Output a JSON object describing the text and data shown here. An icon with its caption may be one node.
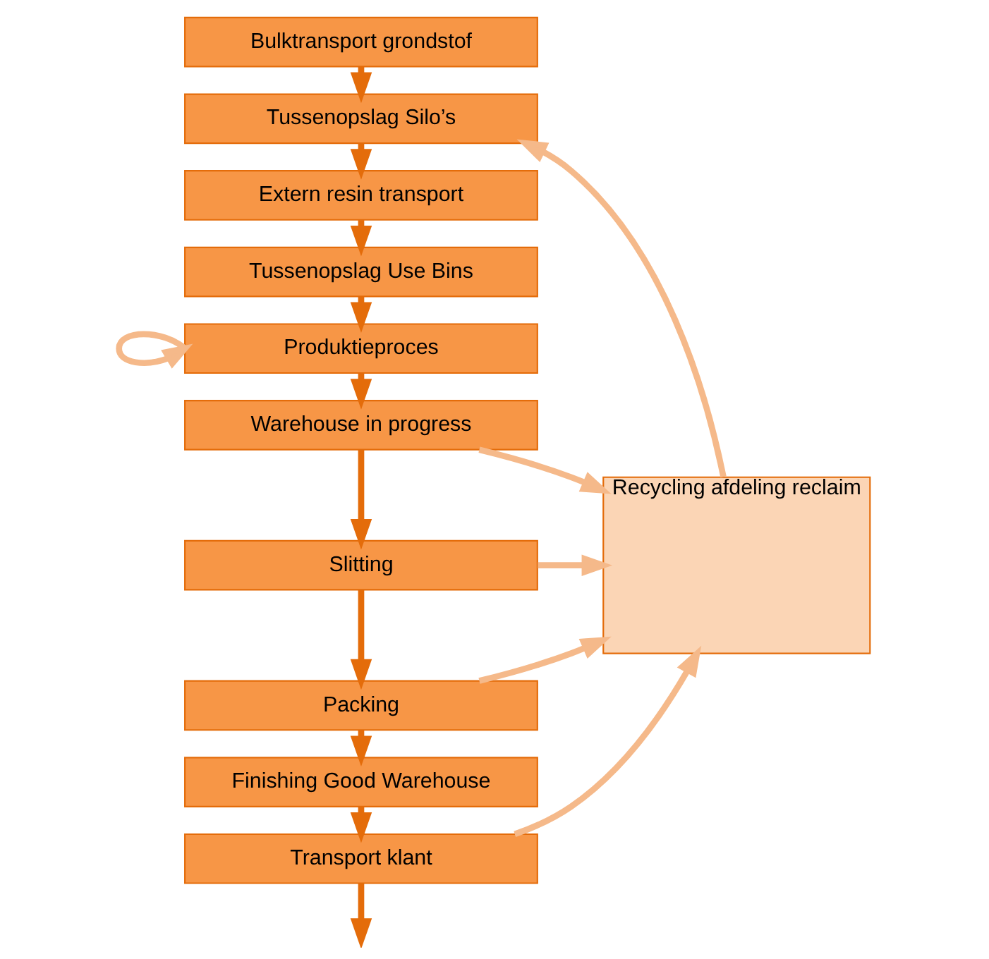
{
  "diagram": {
    "nodes": [
      {
        "text": [
          "Bulktransport grondstof"
        ]
      },
      {
        "text": [
          "Tussenopslag Silo’s"
        ]
      },
      {
        "text": [
          "Extern resin transport"
        ]
      },
      {
        "text": [
          "Tussenopslag Use Bins"
        ]
      },
      {
        "text": [
          "Produktieproces"
        ]
      },
      {
        "text": [
          "Warehouse in progress"
        ]
      },
      {
        "text": [
          "Slitting"
        ]
      },
      {
        "text": [
          "Packing"
        ]
      },
      {
        "text": [
          "Finishing Good Warehouse"
        ]
      },
      {
        "text": [
          "Transport klant"
        ]
      },
      {
        "text": [
          "Recycling afdeling reclaim"
        ]
      }
    ],
    "edges": [
      {
        "from": 0,
        "to": 1,
        "arrow": "to"
      },
      {
        "from": 1,
        "to": 2,
        "arrow": "to"
      },
      {
        "from": 2,
        "to": 3,
        "arrow": "to"
      },
      {
        "from": 3,
        "to": 4,
        "arrow": "to"
      },
      {
        "from": 4,
        "to": 5,
        "arrow": "to"
      },
      {
        "from": 5,
        "to": 6,
        "arrow": "to"
      },
      {
        "from": 6,
        "to": 7,
        "arrow": "to"
      },
      {
        "from": 7,
        "to": 8,
        "arrow": "to"
      },
      {
        "from": 8,
        "to": 9,
        "arrow": "to"
      },
      {
        "from": 9,
        "to": null,
        "arrow": "to"
      },
      {
        "from": 4,
        "to": 4,
        "arrow": "to",
        "color": "#f5b98a"
      },
      {
        "from": 5,
        "to": 10,
        "arrow": "to",
        "color": "#f5b98a"
      },
      {
        "from": 6,
        "to": 10,
        "arrow": "to",
        "color": "#f5b98a"
      },
      {
        "from": 7,
        "to": 10,
        "arrow": "to",
        "color": "#f5b98a"
      },
      {
        "from": 9,
        "to": 10,
        "arrow": "to",
        "color": "#f5b98a"
      },
      {
        "from": 10,
        "to": 1,
        "arrow": "to",
        "color": "#f5b98a"
      }
    ]
  }
}
